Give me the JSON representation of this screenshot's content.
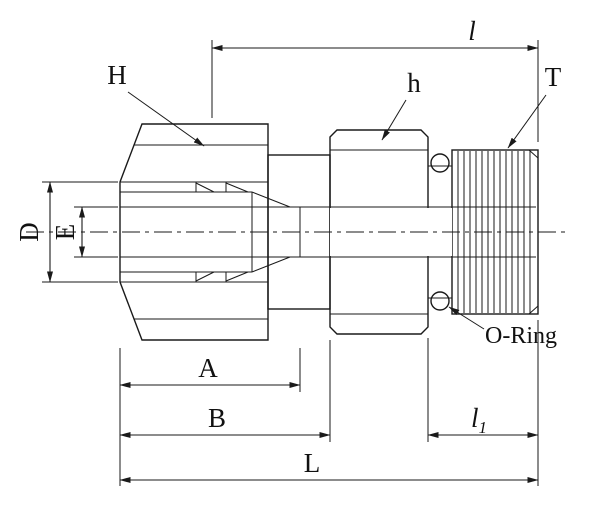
{
  "drawing": {
    "type": "technical-drawing",
    "subject": "tube-fitting-male-connector-cross-section",
    "labels": {
      "H": "H",
      "h": "h",
      "T": "T",
      "D": "D",
      "E": "E",
      "A": "A",
      "B": "B",
      "L": "L",
      "l": "l",
      "l1_base": "l",
      "l1_sub": "1",
      "oring": "O-Ring"
    },
    "colors": {
      "background": "#ffffff",
      "line": "#1a1a1a",
      "nut_fill": "#c6c6c6",
      "hex_fill": "#d8d8d8",
      "body_fill": "#ffffff"
    }
  }
}
